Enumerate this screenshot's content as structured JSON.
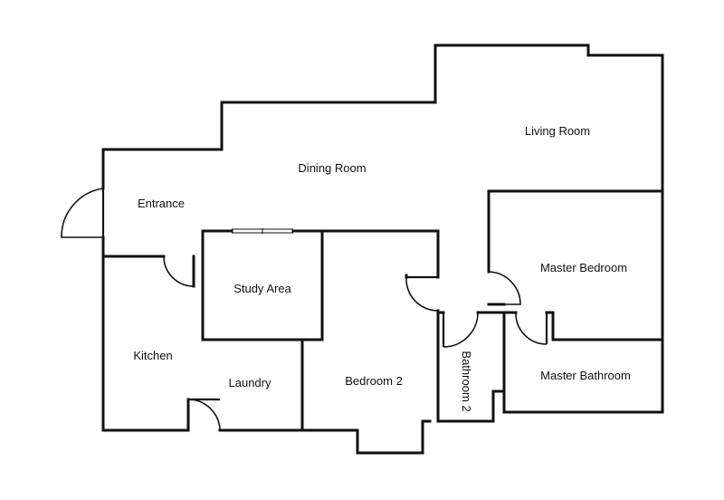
{
  "floor_plan": {
    "rooms": {
      "entrance": "Entrance",
      "dining_room": "Dining Room",
      "living_room": "Living Room",
      "master_bedroom": "Master Bedroom",
      "study_area": "Study Area",
      "kitchen": "Kitchen",
      "laundry": "Laundry",
      "bedroom_2": "Bedroom 2",
      "bathroom_2": "Bathroom 2",
      "master_bathroom": "Master Bathroom"
    },
    "colors": {
      "wall": "#111111",
      "background": "#ffffff"
    }
  }
}
